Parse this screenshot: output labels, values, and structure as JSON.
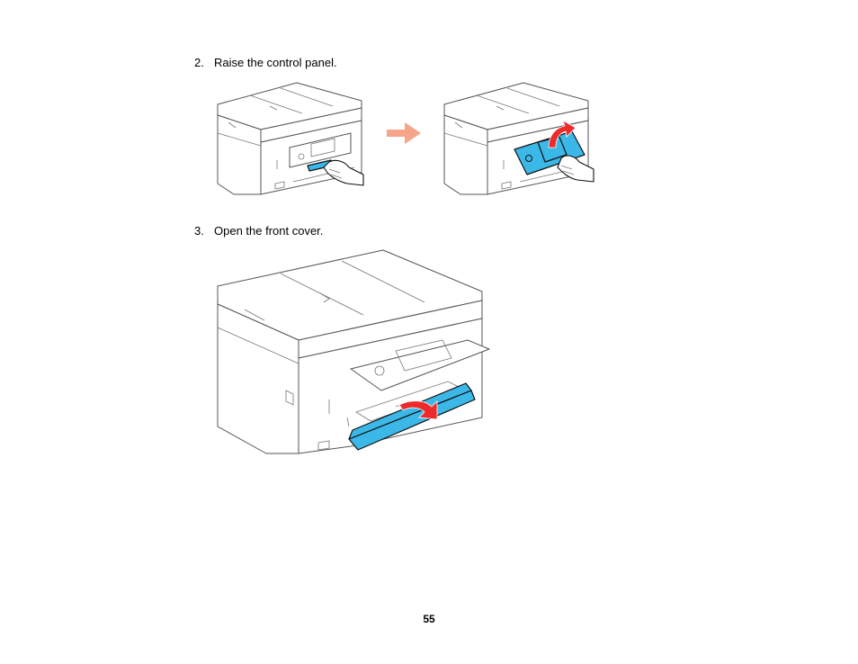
{
  "steps": [
    {
      "number": "2.",
      "text": "Raise the control panel."
    },
    {
      "number": "3.",
      "text": "Open the front cover."
    }
  ],
  "page_number": "55",
  "colors": {
    "highlight_part": "#3bb8e8",
    "motion_arrow": "#ee2a2a",
    "transition_arrow": "#f4a58a",
    "outline": "#555555"
  }
}
